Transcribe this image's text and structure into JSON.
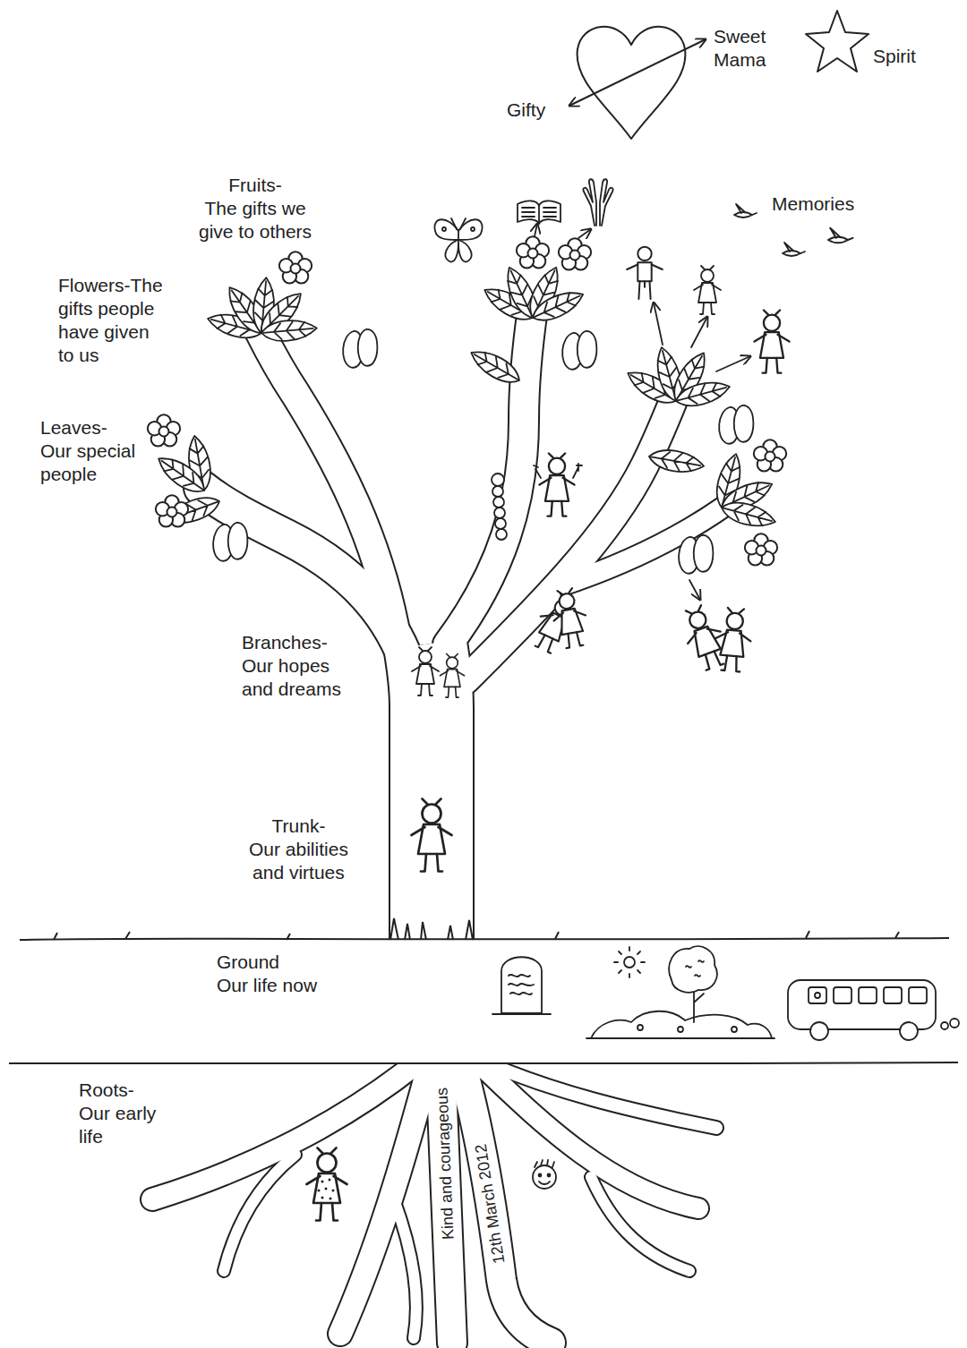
{
  "diagram": {
    "labels": [
      "Sweet Mama",
      "Spirit",
      "Gifty",
      "Fruits- The gifts we give to others",
      "Memories",
      "Flowers-The gifts people have given to us",
      "Leaves- Our special people",
      "Branches- Our hopes and dreams",
      "Trunk- Our abilities and virtues",
      "Ground Our life now",
      "Roots- Our early life",
      "Kind and courageous",
      "12th March 2012"
    ]
  }
}
